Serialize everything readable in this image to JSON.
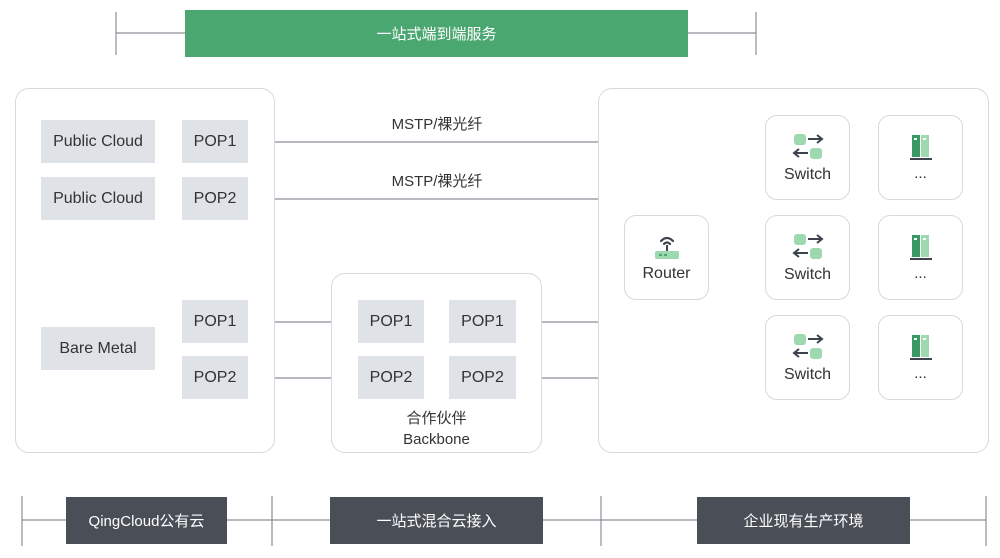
{
  "top_banner": "一站式端到端服务",
  "left": {
    "public_cloud_1": "Public Cloud",
    "public_cloud_2": "Public Cloud",
    "bare_metal": "Bare Metal",
    "pop_a": "POP1",
    "pop_b": "POP2",
    "pop_c": "POP1",
    "pop_d": "POP2"
  },
  "links": {
    "line1_label": "MSTP/裸光纤",
    "line2_label": "MSTP/裸光纤"
  },
  "backbone": {
    "pop_a": "POP1",
    "pop_b": "POP1",
    "pop_c": "POP2",
    "pop_d": "POP2",
    "caption_cn": "合作伙伴",
    "caption_en": "Backbone"
  },
  "enterprise": {
    "router": "Router",
    "switch_1": "Switch",
    "switch_2": "Switch",
    "switch_3": "Switch",
    "server_1": "...",
    "server_2": "...",
    "server_3": "..."
  },
  "bottom": {
    "label_1": "QingCloud公有云",
    "label_2": "一站式混合云接入",
    "label_3": "企业现有生产环境"
  },
  "colors": {
    "accent_green": "#4aa770",
    "dark_banner": "#4a4f57",
    "node_gray": "#dfe2e6"
  }
}
